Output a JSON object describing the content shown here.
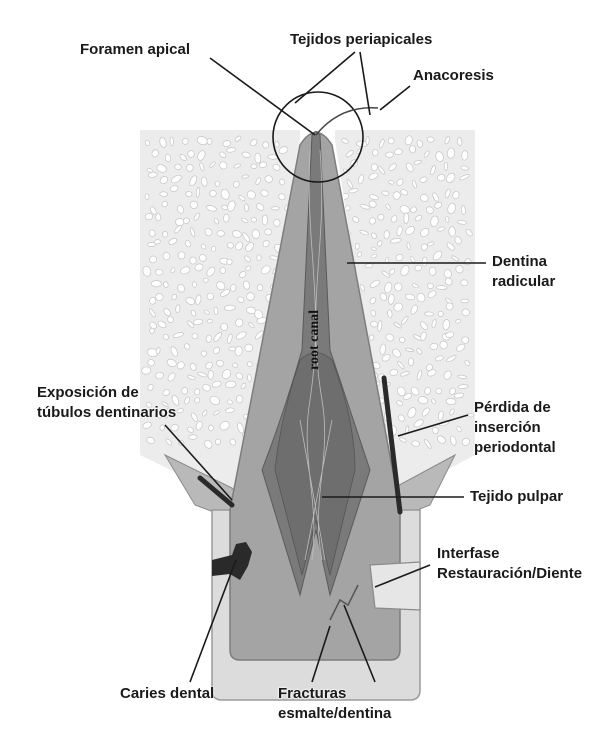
{
  "labels": {
    "foramen_apical": "Foramen apical",
    "tejidos_periapicales": "Tejidos periapicales",
    "anacoresis": "Anacoresis",
    "dentina_radicular": [
      "Dentina",
      "radicular"
    ],
    "exposicion_tubulos": [
      "Exposición de",
      "túbulos dentinarios"
    ],
    "perdida_insercion": [
      "Pérdida de",
      "inserción",
      "periodontal"
    ],
    "tejido_pulpar": "Tejido pulpar",
    "interfase": [
      "Interfase",
      "Restauración/Diente"
    ],
    "caries_dental": "Caries dental",
    "fracturas": [
      "Fracturas",
      "esmalte/dentina"
    ],
    "root_canal": "root canal"
  },
  "colors": {
    "bone": "#ececec",
    "bone_holes": "#ffffff",
    "gingiva": "#b9b9b9",
    "dentin": "#a4a4a4",
    "canal": "#7a7a7a",
    "enamel": "#d9d9d9",
    "restoration": "#e4e4e4",
    "caries": "#2a2a2a",
    "leader": "#1a1a1a"
  }
}
